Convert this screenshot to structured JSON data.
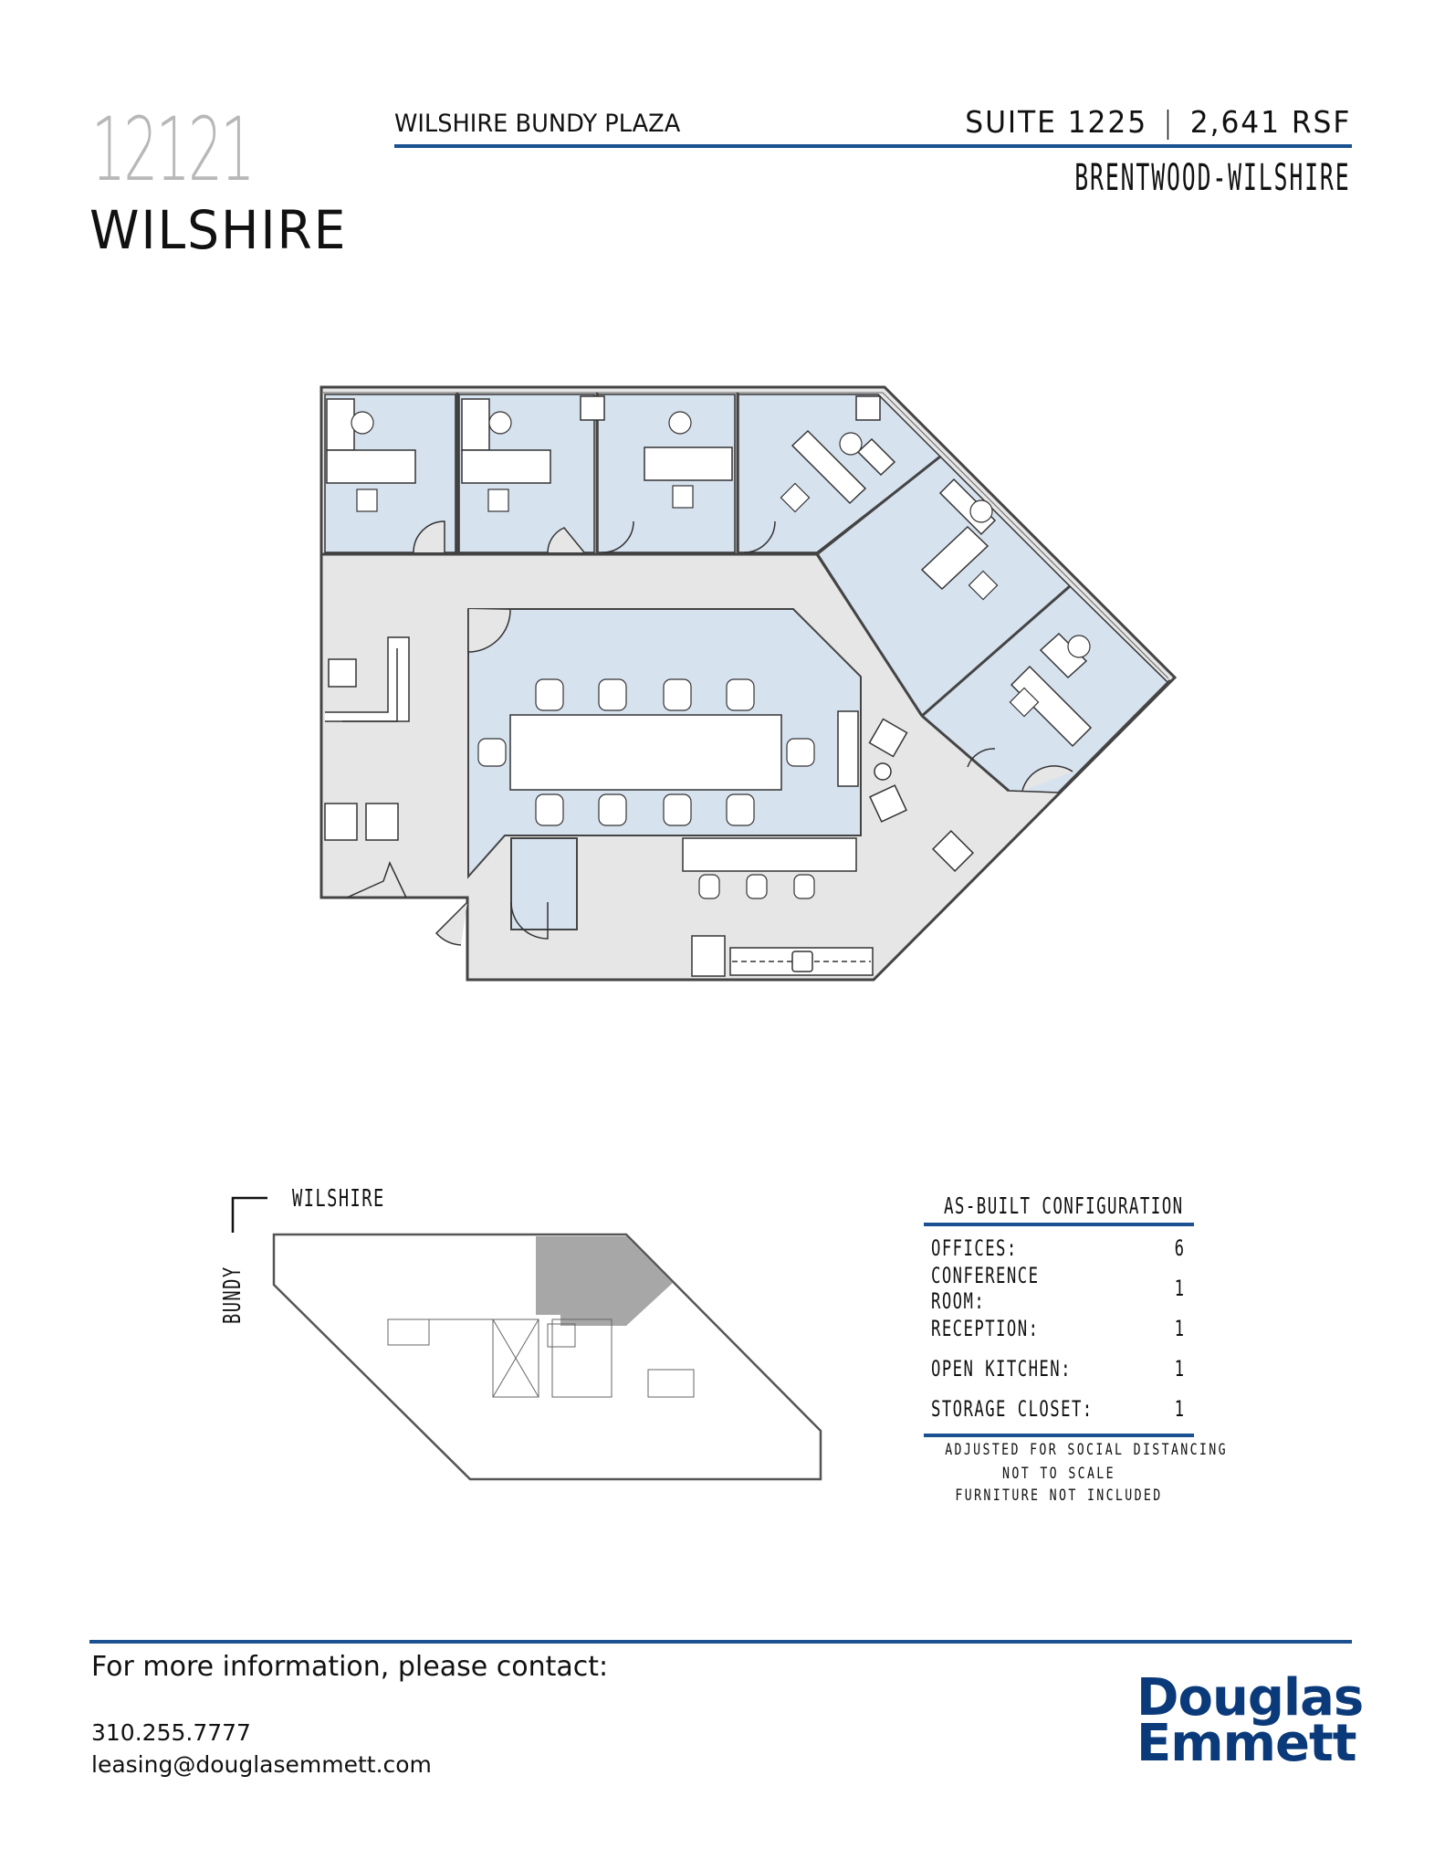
{
  "header": {
    "address_number": "12121",
    "address_street": "WILSHIRE",
    "building_name": "WILSHIRE BUNDY PLAZA",
    "suite": "SUITE 1225",
    "separator": "|",
    "area": "2,641 RSF",
    "submarket": "BRENTWOOD-WILSHIRE"
  },
  "colors": {
    "accent_blue": "#1b5190",
    "logo_blue": "#0b3a7a",
    "office_fill": "#d7e2ef",
    "corridor_fill": "#e6e6e6",
    "suite_highlight": "#a7a7a7",
    "address_number_gray": "#b8b8b8"
  },
  "key_plan": {
    "street_top": "WILSHIRE",
    "street_left": "BUNDY"
  },
  "configuration": {
    "title": "AS-BUILT CONFIGURATION",
    "rows": [
      {
        "label": "OFFICES:",
        "value": "6"
      },
      {
        "label": "CONFERENCE ROOM:",
        "value": "1"
      },
      {
        "label": "RECEPTION:",
        "value": "1"
      },
      {
        "label": "OPEN KITCHEN:",
        "value": "1"
      },
      {
        "label": "STORAGE CLOSET:",
        "value": "1"
      }
    ],
    "notes": [
      "ADJUSTED FOR SOCIAL DISTANCING",
      "NOT TO SCALE",
      "FURNITURE NOT INCLUDED"
    ]
  },
  "footer": {
    "contact_heading": "For more information, please contact:",
    "phone": "310.255.7777",
    "email": "leasing@douglasemmett.com",
    "logo_line1": "Douglas",
    "logo_line2": "Emmett"
  }
}
